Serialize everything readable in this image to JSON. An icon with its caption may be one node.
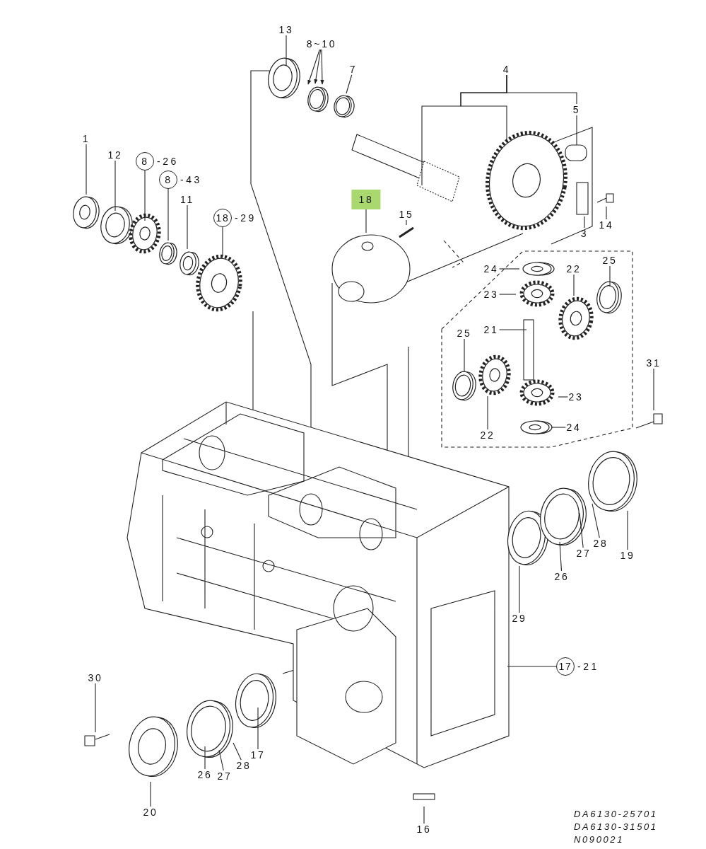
{
  "diagram": {
    "nodes": [
      {
        "text": [
          "13"
        ]
      },
      {
        "text": [
          "8~10"
        ]
      },
      {
        "text": [
          "7"
        ]
      },
      {
        "text": [
          "4"
        ]
      },
      {
        "text": [
          "5"
        ]
      },
      {
        "text": [
          "1"
        ]
      },
      {
        "text": [
          "12"
        ]
      },
      {
        "text": [
          "8"
        ],
        "beside": [
          "-26"
        ]
      },
      {
        "text": [
          "8"
        ],
        "beside": [
          "-43"
        ]
      },
      {
        "text": [
          "11"
        ]
      },
      {
        "text": [
          "18"
        ]
      },
      {
        "text": [
          "15"
        ]
      },
      {
        "text": [
          "18"
        ],
        "beside": [
          "-29"
        ]
      },
      {
        "text": [
          "3"
        ]
      },
      {
        "text": [
          "14"
        ]
      },
      {
        "text": [
          "24"
        ]
      },
      {
        "text": [
          "22"
        ]
      },
      {
        "text": [
          "25"
        ]
      },
      {
        "text": [
          "23"
        ]
      },
      {
        "text": [
          "21"
        ]
      },
      {
        "text": [
          "25"
        ]
      },
      {
        "text": [
          "23"
        ]
      },
      {
        "text": [
          "24"
        ]
      },
      {
        "text": [
          "22"
        ]
      },
      {
        "text": [
          "31"
        ]
      },
      {
        "text": [
          "19"
        ]
      },
      {
        "text": [
          "28"
        ]
      },
      {
        "text": [
          "27"
        ]
      },
      {
        "text": [
          "26"
        ]
      },
      {
        "text": [
          "29"
        ]
      },
      {
        "text": [
          "17"
        ],
        "beside": [
          "-21"
        ]
      },
      {
        "text": [
          "30"
        ]
      },
      {
        "text": [
          "17"
        ]
      },
      {
        "text": [
          "28"
        ]
      },
      {
        "text": [
          "27"
        ]
      },
      {
        "text": [
          "26"
        ]
      },
      {
        "text": [
          "20"
        ]
      },
      {
        "text": [
          "16"
        ]
      }
    ],
    "edges": [
      {
        "from": 0,
        "to": null,
        "arrow": "none"
      },
      {
        "from": 1,
        "to": null,
        "arrow": "to"
      },
      {
        "from": 1,
        "to": null,
        "arrow": "to"
      },
      {
        "from": 1,
        "to": null,
        "arrow": "to"
      },
      {
        "from": 2,
        "to": null,
        "arrow": "none"
      },
      {
        "from": 3,
        "to": null,
        "arrow": "none"
      },
      {
        "from": 3,
        "to": null,
        "arrow": "none"
      },
      {
        "from": 3,
        "to": 4,
        "arrow": "none"
      },
      {
        "from": 4,
        "to": null,
        "arrow": "none"
      },
      {
        "from": 5,
        "to": null,
        "arrow": "none"
      },
      {
        "from": 6,
        "to": null,
        "arrow": "none"
      },
      {
        "from": 7,
        "to": null,
        "arrow": "none"
      },
      {
        "from": 8,
        "to": null,
        "arrow": "none"
      },
      {
        "from": 9,
        "to": null,
        "arrow": "none"
      },
      {
        "from": 10,
        "to": null,
        "arrow": "none"
      },
      {
        "from": 11,
        "to": null,
        "arrow": "none"
      },
      {
        "from": 12,
        "to": null,
        "arrow": "none"
      },
      {
        "from": 13,
        "to": null,
        "arrow": "none"
      },
      {
        "from": 14,
        "to": null,
        "arrow": "none"
      },
      {
        "from": 15,
        "to": null,
        "arrow": "none"
      },
      {
        "from": 16,
        "to": null,
        "arrow": "none"
      },
      {
        "from": 17,
        "to": null,
        "arrow": "none"
      },
      {
        "from": 18,
        "to": null,
        "arrow": "none"
      },
      {
        "from": 19,
        "to": null,
        "arrow": "none"
      },
      {
        "from": 20,
        "to": null,
        "arrow": "none"
      },
      {
        "from": 21,
        "to": null,
        "arrow": "none"
      },
      {
        "from": 22,
        "to": null,
        "arrow": "none"
      },
      {
        "from": 23,
        "to": null,
        "arrow": "none"
      },
      {
        "from": 24,
        "to": null,
        "arrow": "none"
      },
      {
        "from": 25,
        "to": null,
        "arrow": "none"
      },
      {
        "from": 26,
        "to": null,
        "arrow": "none"
      },
      {
        "from": 27,
        "to": null,
        "arrow": "none"
      },
      {
        "from": 28,
        "to": null,
        "arrow": "none"
      },
      {
        "from": 29,
        "to": null,
        "arrow": "none"
      },
      {
        "from": 30,
        "to": null,
        "arrow": "none"
      },
      {
        "from": 31,
        "to": null,
        "arrow": "none"
      },
      {
        "from": 32,
        "to": null,
        "arrow": "none"
      },
      {
        "from": 33,
        "to": null,
        "arrow": "none"
      },
      {
        "from": 34,
        "to": null,
        "arrow": "none"
      },
      {
        "from": 35,
        "to": null,
        "arrow": "none"
      },
      {
        "from": 36,
        "to": null,
        "arrow": "none"
      },
      {
        "from": 37,
        "to": null,
        "arrow": "none"
      }
    ],
    "labels": [
      "DA6130-25701",
      "DA6130-31501",
      "N090021"
    ]
  }
}
